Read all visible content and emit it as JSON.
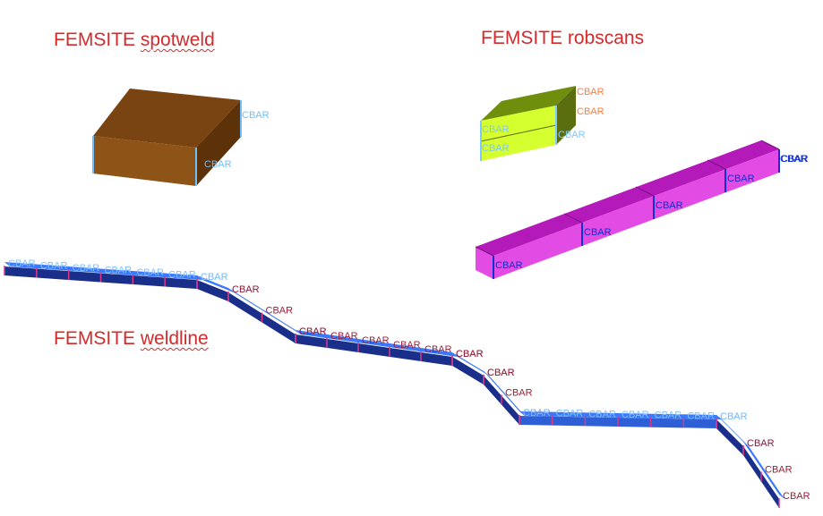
{
  "labels": {
    "spotweld": {
      "prefix": "FEMSITE",
      "name": "spotweld"
    },
    "robscans": {
      "prefix": "FEMSITE",
      "name": "robscans"
    },
    "weldline": {
      "prefix": "FEMSITE",
      "name": "weldline"
    }
  },
  "element_tag": "CBAR",
  "colors": {
    "title": "#d42a2a",
    "spotweld_top": "#7a4412",
    "spotweld_front": "#8e5316",
    "spotweld_side": "#5d3208",
    "spotweld_edge": "#6ec0ff",
    "robscans_top": "#6f8f0c",
    "robscans_front": "#d6ff30",
    "robscans_side": "#5a6e10",
    "robscans_edge": "#7ec8ff",
    "robscans_tag_right": "#ff7b3b",
    "beam_top": "#b41ab9",
    "beam_front": "#e24be4",
    "beam_side": "#7e0f82",
    "beam_edge": "#1030d0",
    "weld_top": "#3a78ff",
    "weld_front": "#2e5fd6",
    "weld_dark": "#1a2f8a",
    "weld_edge": "#d83a8a",
    "weld_tag_light": "#7ec0ff",
    "weld_tag_dark": "#9a2038"
  }
}
